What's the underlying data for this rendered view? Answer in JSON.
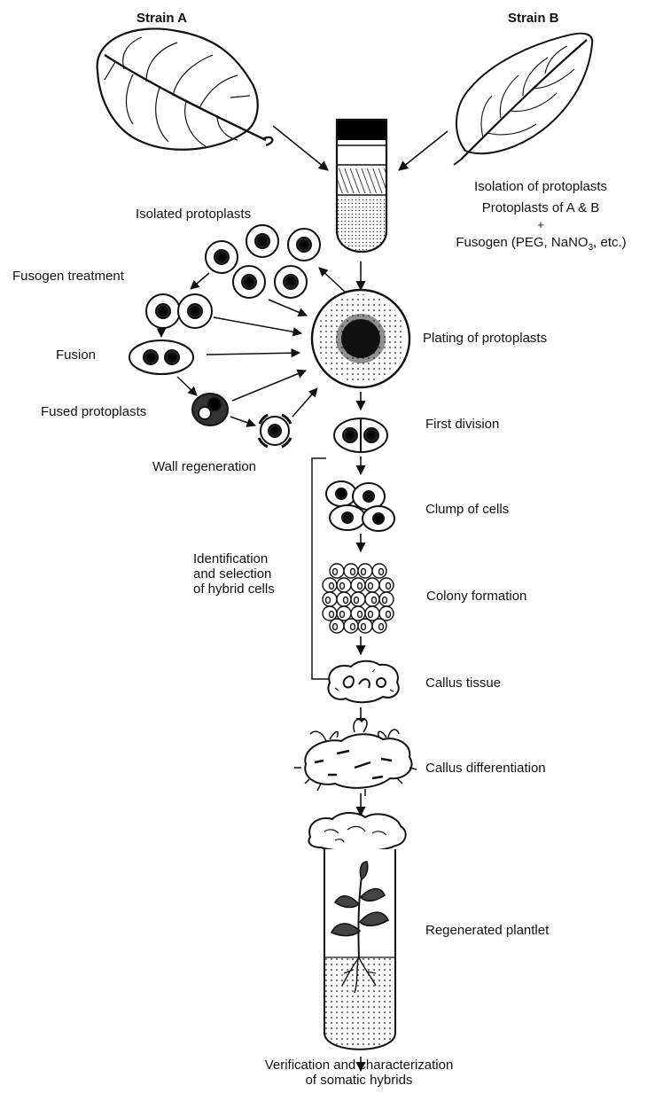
{
  "strain_a": "Strain A",
  "strain_b": "Strain B",
  "isolation_of_protoplasts": "Isolation of protoplasts",
  "protoplasts_of_ab": "Protoplasts of A & B",
  "plus_sign": "+",
  "fusogen_prefix": "Fusogen (PEG, NaNO",
  "fusogen_subscript": "3",
  "fusogen_suffix": ", etc.)",
  "isolated_protoplasts": "Isolated protoplasts",
  "fusogen_treatment": "Fusogen treatment",
  "fusion": "Fusion",
  "fused_protoplasts": "Fused protoplasts",
  "wall_regeneration": "Wall regeneration",
  "plating_of_protoplasts": "Plating of protoplasts",
  "first_division": "First division",
  "clump_of_cells": "Clump of cells",
  "identification_lines": [
    "Identification",
    "and selection",
    "of hybrid cells"
  ],
  "colony_formation": "Colony formation",
  "callus_tissue": "Callus tissue",
  "callus_differentiation": "Callus differentiation",
  "regenerated_plantlet": "Regenerated plantlet",
  "verification_lines": [
    "Verification and characterization",
    "of somatic hybrids"
  ]
}
